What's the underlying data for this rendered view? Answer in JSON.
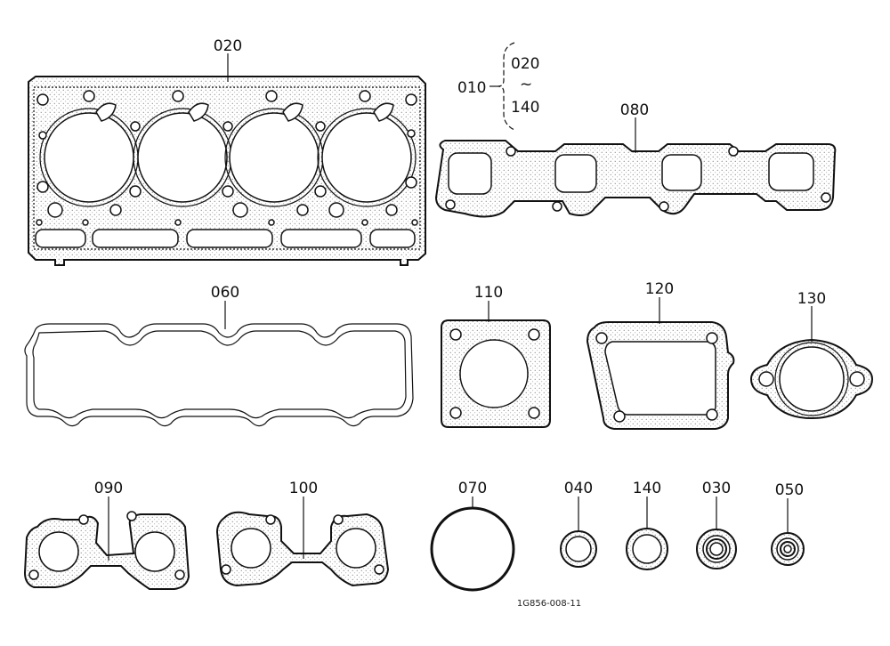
{
  "diagram": {
    "colors": {
      "ink": "#111111",
      "paper": "#ffffff"
    },
    "labels": {
      "p020": "020",
      "p010": "010",
      "range_start": "020",
      "range_tilde": "~",
      "range_end": "140",
      "p080": "080",
      "p060": "060",
      "p110": "110",
      "p120": "120",
      "p130": "130",
      "p090": "090",
      "p100": "100",
      "p070": "070",
      "p040": "040",
      "p140": "140",
      "p030": "030",
      "p050": "050"
    },
    "drawing_number": "1G856-008-11"
  }
}
